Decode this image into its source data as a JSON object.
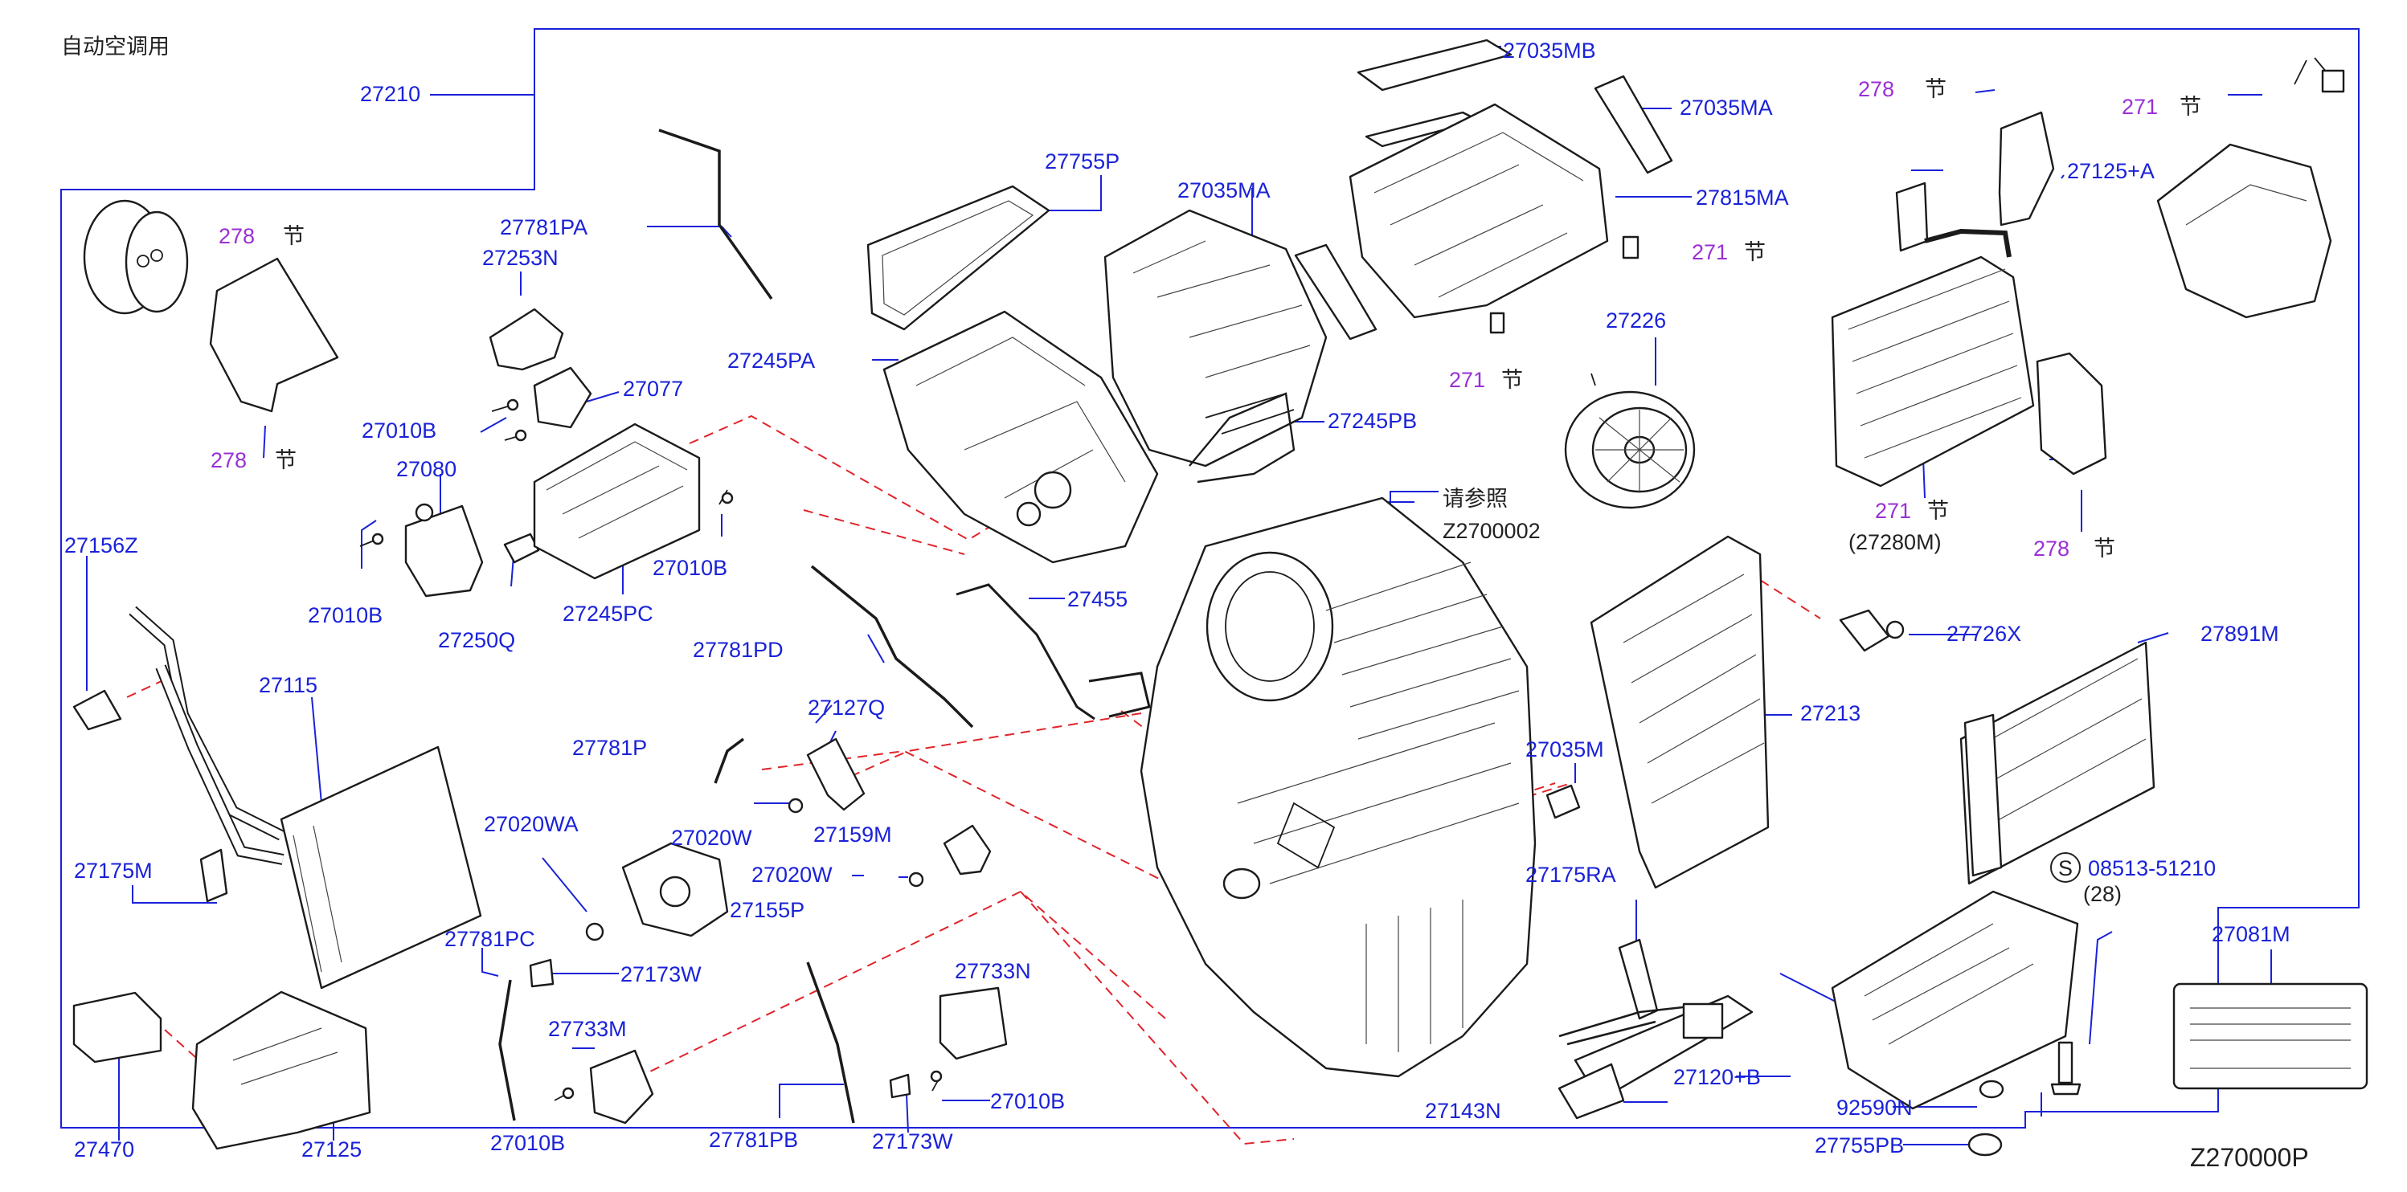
{
  "header": {
    "title": "自动空调用",
    "figure_code": "Z270000P"
  },
  "note": {
    "text": "请参照",
    "ref": "Z2700002"
  },
  "symbols": {
    "section": "节"
  },
  "bolt_spec": {
    "symbol": "S",
    "part": "08513-51210",
    "qty": "(28)"
  },
  "colors": {
    "part_number": "#1a22d8",
    "section_ref": "#9a2fd6",
    "leader_dash": "#e0242a"
  },
  "labels": {
    "p27210": "27210",
    "p27781PA": "27781PA",
    "p27253N": "27253N",
    "p27077": "27077",
    "p27010B_a": "27010B",
    "p27080": "27080",
    "p27010B_b": "27010B",
    "p27250Q": "27250Q",
    "p27245PC": "27245PC",
    "p27010B_c": "27010B",
    "p27245PA": "27245PA",
    "p27755P": "27755P",
    "p27035MA_a": "27035MA",
    "p27035MB": "27035MB",
    "p27035MA_b": "27035MA",
    "p27815MA": "27815MA",
    "p27245PB": "27245PB",
    "p27226": "27226",
    "p27156Z": "27156Z",
    "p27115": "27115",
    "p27175M": "27175M",
    "p27470": "27470",
    "p27125": "27125",
    "p27781PD": "27781PD",
    "p27455": "27455",
    "p27781P": "27781P",
    "p27127Q": "27127Q",
    "p27020W_a": "27020W",
    "p27159M": "27159M",
    "p27020WA": "27020WA",
    "p27020W_b": "27020W",
    "p27155P": "27155P",
    "p27781PC": "27781PC",
    "p27173W_a": "27173W",
    "p27733M": "27733M",
    "p27010B_d": "27010B",
    "p27733N": "27733N",
    "p27010B_e": "27010B",
    "p27781PB": "27781PB",
    "p27173W_b": "27173W",
    "p27035M": "27035M",
    "p27175RA": "27175RA",
    "p27143N": "27143N",
    "p27120B": "27120+B",
    "p27213": "27213",
    "p27726X": "27726X",
    "p27891M": "27891M",
    "p27125A": "27125+A",
    "p27280M": "(27280M)",
    "p27081M": "27081M",
    "p92590N": "92590N",
    "p27755PB": "27755PB"
  },
  "section_refs": {
    "r278_a": "278",
    "r278_b": "278",
    "r271_a": "271",
    "r271_b": "271",
    "r271_c": "271",
    "r278_c": "278",
    "r271_d": "271",
    "r278_d": "278"
  }
}
